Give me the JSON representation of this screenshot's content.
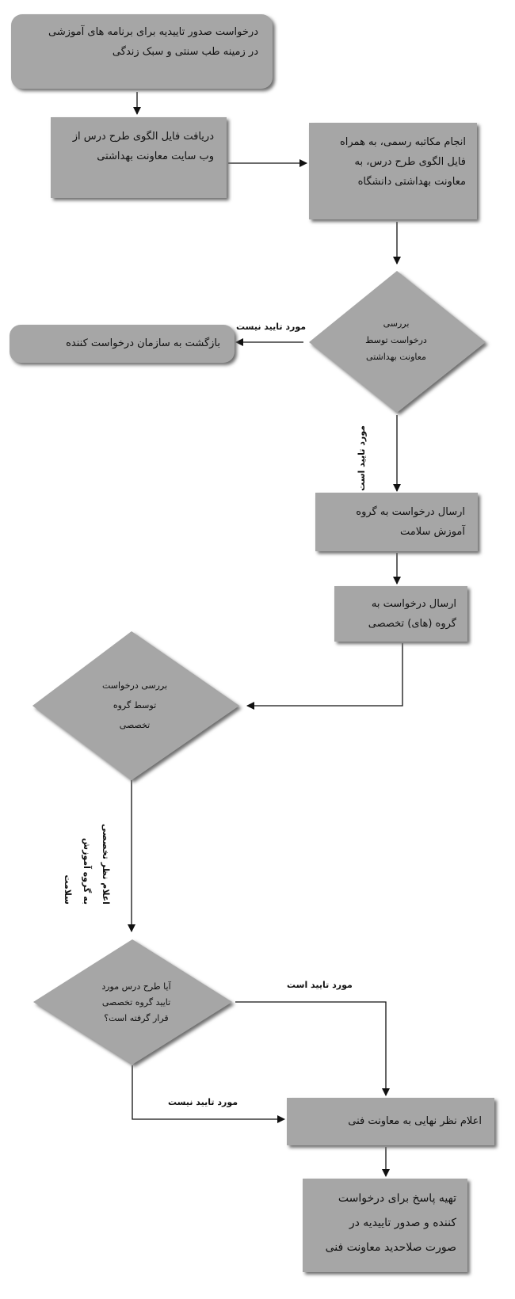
{
  "nodes": {
    "request": "درخواست صدور تاییدیه برای برنامه های آموزشی\nدر زمینه طب سنتی  و سبک زندگی",
    "download_template": "دریافت فایل الگوی طرح درس از\nوب سایت معاونت بهداشتی",
    "formal_letter": "انجام مکاتبه رسمی، به همراه\nفایل الگوی طرح درس، به\nمعاونت بهداشتی دانشگاه",
    "review_health": "بررسی\nدرخواست توسط\nمعاونت بهداشتی",
    "return_to_org": "بازگشت به سازمان درخواست کننده",
    "send_health_edu": "ارسال درخواست به گروه\nآموزش سلامت",
    "send_specialty": "ارسال درخواست به\nگروه (های) تخصصی",
    "review_specialty": "بررسی درخواست\nتوسط گروه\nتخصصی",
    "approved_question": "آیا طرح درس مورد\nتایید گروه تخصصی\nقرار گرفته است؟",
    "final_opinion": "اعلام نظر نهایی به معاونت فنی",
    "prepare_response": "تهیه پاسخ برای درخواست\nکننده و صدور تاییدیه در\nصورت صلاحدید معاونت فنی"
  },
  "edge_labels": {
    "not_approved_1": "مورد تایید نیست",
    "approved_1": "مورد تایید است",
    "expert_opinion": "اعلام نظر تخصصی\nبه گروه آموزش\nسلامت",
    "approved_2": "مورد تایید است",
    "not_approved_2": "مورد تایید نیست"
  },
  "colors": {
    "box_fill": "#a6a6a6",
    "shadow": "#6e6e6e",
    "line": "#111111"
  }
}
